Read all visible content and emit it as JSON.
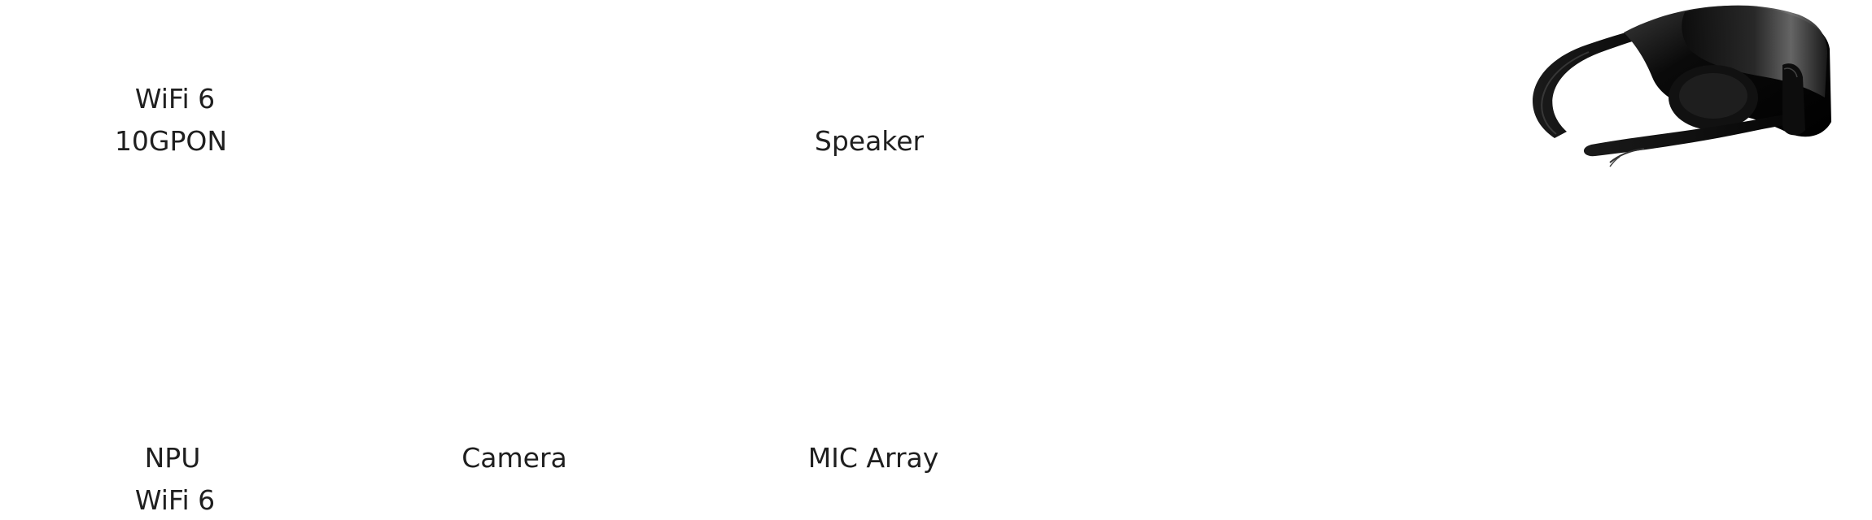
{
  "labels": {
    "wifi_top": "WiFi 6",
    "gpon": "10GPON",
    "speaker": "Speaker",
    "npu": "NPU",
    "camera": "Camera",
    "mic_array": "MIC Array",
    "wifi_bottom": "WiFi 6"
  },
  "product_image": {
    "icon": "vr-glasses-icon",
    "body_color": "#0b0b0b",
    "highlight_color": "#6a6a6a"
  }
}
